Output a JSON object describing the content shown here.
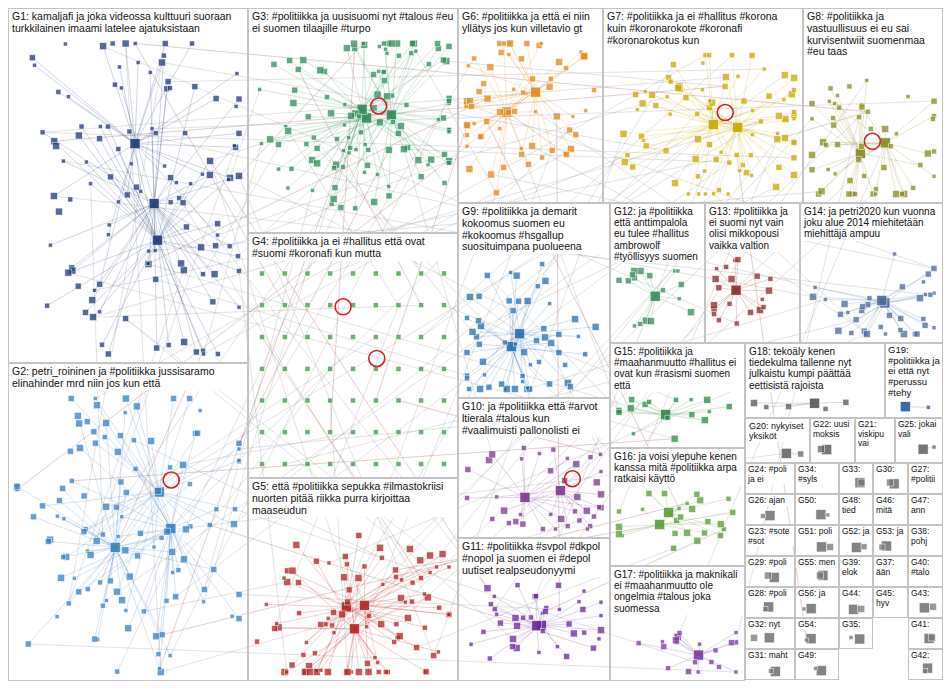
{
  "diagram": {
    "nodes": [
      {
        "text": [
          "G1: kamaljafi ja joka videossa kulttuuri suoraan turkkilainen imaami latelee ajatuksistaan"
        ]
      },
      {
        "text": [
          "G2: petri_roininen ja #politiikka jussisaramo elinahinder mrd niin jos kun että"
        ]
      },
      {
        "text": [
          "G3: #politiikka ja uusisuomi nyt #talous #eu ei suomen tilaajille #turpo"
        ]
      },
      {
        "text": [
          "G4: #politiikka ja ei #hallitus että ovat #suomi #koronafi kun mutta"
        ]
      },
      {
        "text": [
          "G5: että #politiikka sepukka #ilmastokriisi nuorten pitää riikka purra kirjoittaa maaseudun"
        ]
      },
      {
        "text": [
          "G6: #politiikka ja että ei niin yllätys jos kun villetavio gt"
        ]
      },
      {
        "text": [
          "G7: #politiikka ja ei #hallitus #korona kuin #koronarokote #koronafi #koronarokotus kun"
        ]
      },
      {
        "text": [
          "G8: #politiikka ja vastuullisuus ei eu sai kurvisentwiit suomenmaa #eu taas"
        ]
      },
      {
        "text": [
          "G9: #politiikka ja demarit kokoomus suomen eu #kokoomus #hsgallup suosituimpana puolueena"
        ]
      },
      {
        "text": [
          "G10: ja #politiikka että #arvot ltierala #talous kun #vaalimuisti pallonolisti ei"
        ]
      },
      {
        "text": [
          "G11: #politiikka #svpol #dkpol #nopol ja suomen ei #depol uutiset realpseudonyymi"
        ]
      },
      {
        "text": [
          "G12: ja #politiikka että anttimpalola eu tulee #hallitus ambrowolf #työllisyys suomen"
        ]
      },
      {
        "text": [
          "G13: #politiikka ja ei suomi nyt vain olisi mikkopousi vaikka valtion"
        ]
      },
      {
        "text": [
          "G14: ja petri2020 kun vuonna joku alue 2014 miehitetään miehittäjä ampuu"
        ]
      },
      {
        "text": [
          "G15: #politiikka ja #maahanmuutto #hallitus ei ovat kun #rasismi suomen että"
        ]
      },
      {
        "text": [
          "G16: ja voisi ylepuhe kenen kanssa mitä #politiikka arpa ratkaisi käyttö"
        ]
      },
      {
        "text": [
          "G17: #politiikka ja maknikali ei #maahanmuutto ole ongelmia #talous joka suomessa"
        ]
      },
      {
        "text": [
          "G18: tekoäly kenen tiedekulma tallenne nyt julkaistu kumpi päättää eettisistä rajoista"
        ]
      },
      {
        "text": [
          "G19: #politiikka ja ei että nyt #perussu #tehy"
        ]
      },
      {
        "text": [
          "G20: nykyiset yksiköt"
        ]
      },
      {
        "text": [
          "G21: viskipu vai"
        ]
      },
      {
        "text": [
          "G22: uusi moksis"
        ]
      },
      {
        "text": [
          "G23: #sote #sot"
        ]
      },
      {
        "text": [
          "G24: #poli ja ei"
        ]
      },
      {
        "text": [
          "G25: jokai vali"
        ]
      },
      {
        "text": [
          "G26: ajan"
        ]
      },
      {
        "text": [
          "G27: #politii"
        ]
      },
      {
        "text": [
          "G28: #poli"
        ]
      },
      {
        "text": [
          "G29: #poli"
        ]
      },
      {
        "text": [
          "G30:"
        ]
      },
      {
        "text": [
          "G31: maht"
        ]
      },
      {
        "text": [
          "G32: nyt"
        ]
      },
      {
        "text": [
          "G33:"
        ]
      },
      {
        "text": [
          "G34: #syls"
        ]
      },
      {
        "text": [
          "G35:"
        ]
      },
      {
        "text": [
          "G37: ään"
        ]
      },
      {
        "text": [
          "G38: pohj"
        ]
      },
      {
        "text": [
          "G39: elok"
        ]
      },
      {
        "text": [
          "G40: #talo"
        ]
      },
      {
        "text": [
          "G41:"
        ]
      },
      {
        "text": [
          "G42:"
        ]
      },
      {
        "text": [
          "G43:"
        ]
      },
      {
        "text": [
          "G44:"
        ]
      },
      {
        "text": [
          "G45: hyv"
        ]
      },
      {
        "text": [
          "G46: mitä"
        ]
      },
      {
        "text": [
          "G47: ann"
        ]
      },
      {
        "text": [
          "G48: tied"
        ]
      },
      {
        "text": [
          "G49:"
        ]
      },
      {
        "text": [
          "G50:"
        ]
      },
      {
        "text": [
          "G51: poli"
        ]
      },
      {
        "text": [
          "G52: ja"
        ]
      },
      {
        "text": [
          "G53: ja"
        ]
      },
      {
        "text": [
          "G54:"
        ]
      },
      {
        "text": [
          "G55: men"
        ]
      },
      {
        "text": [
          "G56: ja"
        ]
      }
    ]
  }
}
